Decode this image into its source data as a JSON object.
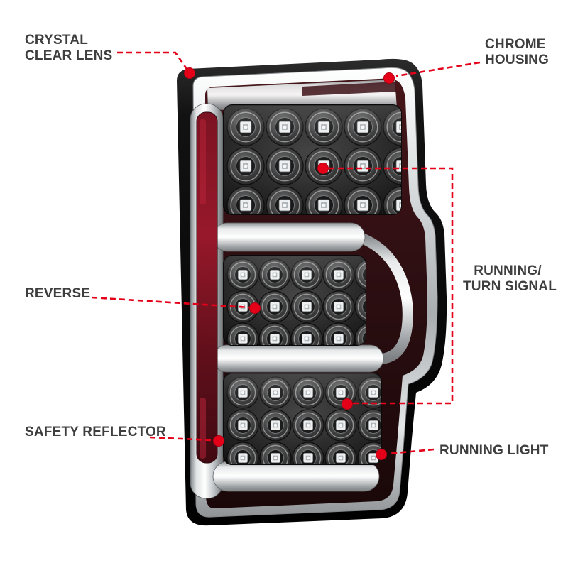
{
  "colors": {
    "accent_red": "#e50019",
    "label_text": "#3e3e3f",
    "background": "#ffffff",
    "chrome": "#c9cdd0",
    "reflector_red": "#8e1628"
  },
  "callouts": [
    {
      "id": "crystal-clear-lens",
      "lines": [
        "CRYSTAL",
        "CLEAR LENS"
      ]
    },
    {
      "id": "chrome-housing",
      "lines": [
        "CHROME",
        "HOUSING"
      ]
    },
    {
      "id": "reverse",
      "lines": [
        "REVERSE"
      ]
    },
    {
      "id": "running-turn-signal",
      "lines": [
        "RUNNING/",
        "TURN SIGNAL"
      ]
    },
    {
      "id": "safety-reflector",
      "lines": [
        "SAFETY REFLECTOR"
      ]
    },
    {
      "id": "running-light",
      "lines": [
        "RUNNING LIGHT"
      ]
    }
  ]
}
